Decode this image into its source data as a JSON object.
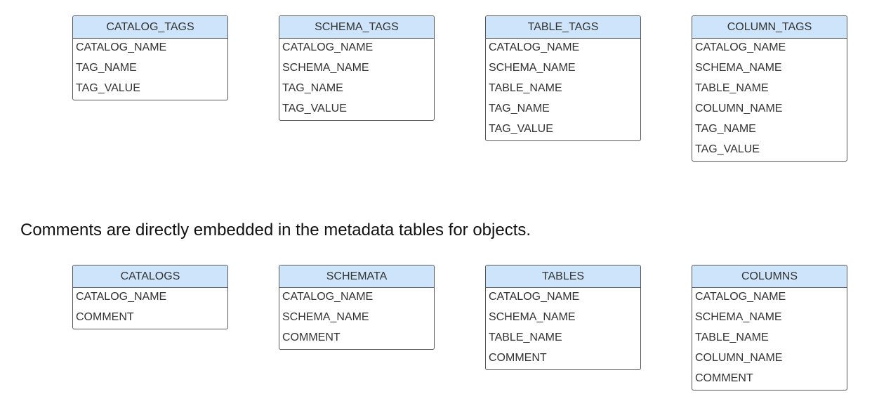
{
  "tag_tables": [
    {
      "name": "CATALOG_TAGS",
      "fields": [
        "CATALOG_NAME",
        "TAG_NAME",
        "TAG_VALUE"
      ]
    },
    {
      "name": "SCHEMA_TAGS",
      "fields": [
        "CATALOG_NAME",
        "SCHEMA_NAME",
        "TAG_NAME",
        "TAG_VALUE"
      ]
    },
    {
      "name": "TABLE_TAGS",
      "fields": [
        "CATALOG_NAME",
        "SCHEMA_NAME",
        "TABLE_NAME",
        "TAG_NAME",
        "TAG_VALUE"
      ]
    },
    {
      "name": "COLUMN_TAGS",
      "fields": [
        "CATALOG_NAME",
        "SCHEMA_NAME",
        "TABLE_NAME",
        "COLUMN_NAME",
        "TAG_NAME",
        "TAG_VALUE"
      ]
    }
  ],
  "caption": "Comments are directly embedded in the metadata tables for objects.",
  "metadata_tables": [
    {
      "name": "CATALOGS",
      "fields": [
        "CATALOG_NAME",
        "COMMENT"
      ]
    },
    {
      "name": "SCHEMATA",
      "fields": [
        "CATALOG_NAME",
        "SCHEMA_NAME",
        "COMMENT"
      ]
    },
    {
      "name": "TABLES",
      "fields": [
        "CATALOG_NAME",
        "SCHEMA_NAME",
        "TABLE_NAME",
        "COMMENT"
      ]
    },
    {
      "name": "COLUMNS",
      "fields": [
        "CATALOG_NAME",
        "SCHEMA_NAME",
        "TABLE_NAME",
        "COLUMN_NAME",
        "COMMENT"
      ]
    }
  ],
  "colors": {
    "header_fill": "#cde4fb",
    "border": "#555555",
    "text": "#333333"
  }
}
